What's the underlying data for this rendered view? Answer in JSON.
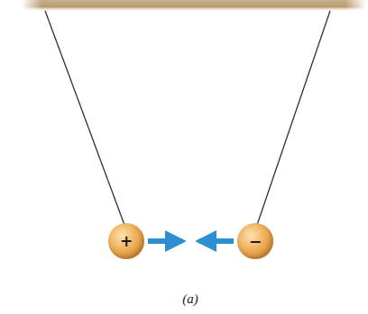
{
  "diagram": {
    "caption": "(a)",
    "nodes": [
      {
        "text": [
          "+"
        ]
      },
      {
        "text": [
          "−"
        ]
      }
    ]
  }
}
